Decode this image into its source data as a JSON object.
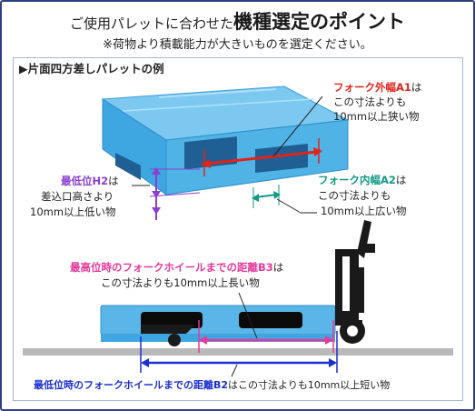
{
  "header": {
    "title_prefix": "ご使用パレットに合わせた",
    "title_strong": "機種選定のポイント",
    "subtitle": "※荷物より積載能力が大きいものを選定ください。"
  },
  "section_heading": "▶片面四方差しパレットの例",
  "annotations": {
    "a1": {
      "label": "フォーク外幅A1",
      "suffix": "は",
      "line2": "この寸法よりも",
      "line3": "10mm以上狭い物"
    },
    "h2": {
      "label": "最低位H2",
      "suffix": "は",
      "line2": "差込口高さより",
      "line3": "10mm以上低い物"
    },
    "a2": {
      "label": "フォーク内幅A2",
      "suffix": "は",
      "line2": "この寸法よりも",
      "line3": "10mm以上広い物"
    },
    "b3": {
      "label": "最高位時のフォークホイールまでの距離B3",
      "suffix": "は",
      "line2": "この寸法よりも10mm以上長い物"
    },
    "b2": {
      "label": "最低位時のフォークホイールまでの距離B2",
      "suffix": "はこの寸法よりも10mm以上短い物"
    }
  },
  "colors": {
    "frame": "#2f3f86",
    "pallet_blue": "#4fb3e6",
    "red": "#e2231a",
    "purple": "#8b3fd0",
    "teal": "#129a86",
    "pink": "#e43a9b",
    "blue": "#1c2fcf",
    "floor": "#b9b9b9"
  }
}
